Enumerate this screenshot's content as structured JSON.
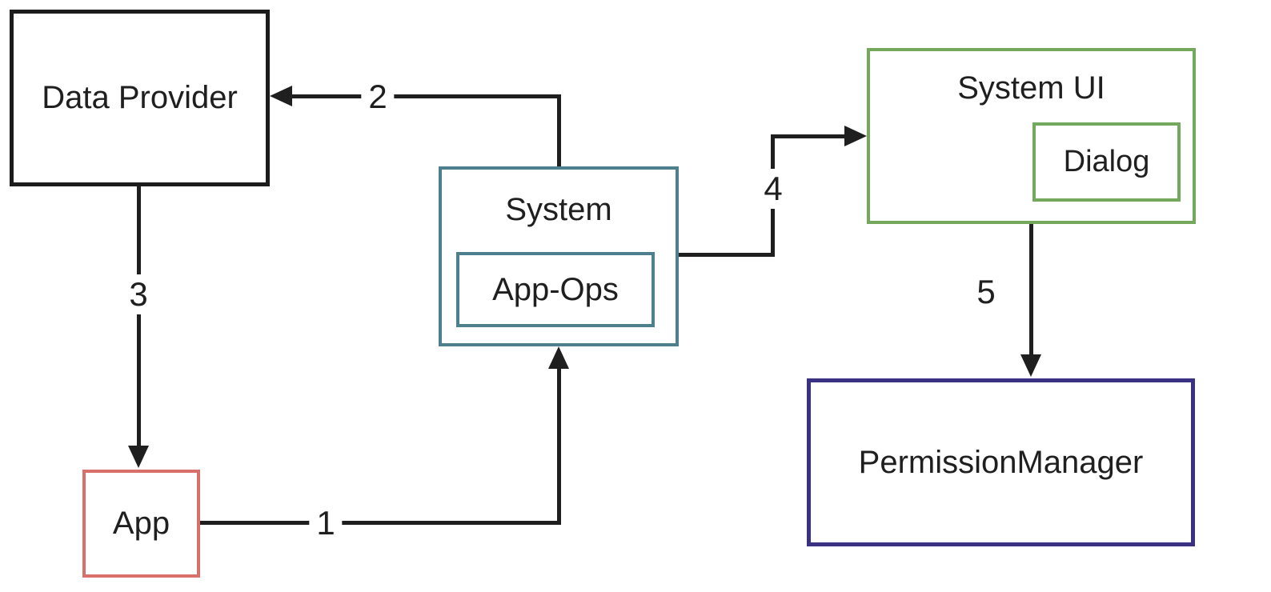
{
  "diagram": {
    "background": "#ffffff",
    "line_color": "#1f1f1f",
    "nodes": {
      "data_provider": {
        "label": "Data Provider",
        "border_color": "#1c1c1c"
      },
      "system": {
        "label": "System",
        "border_color": "#4d7f8f"
      },
      "app_ops": {
        "label": "App-Ops",
        "border_color": "#4d7f8f"
      },
      "system_ui": {
        "label": "System UI",
        "border_color": "#74a95d"
      },
      "dialog": {
        "label": "Dialog",
        "border_color": "#74a95d"
      },
      "permission_manager": {
        "label": "PermissionManager",
        "border_color": "#3b3183"
      },
      "app": {
        "label": "App",
        "border_color": "#d96f6b"
      }
    },
    "edges": {
      "edge1": {
        "label": "1",
        "from": "App",
        "to": "System"
      },
      "edge2": {
        "label": "2",
        "from": "System",
        "to": "Data Provider"
      },
      "edge3": {
        "label": "3",
        "from": "Data Provider",
        "to": "App"
      },
      "edge4": {
        "label": "4",
        "from": "System",
        "to": "System UI"
      },
      "edge5": {
        "label": "5",
        "from": "System UI",
        "to": "PermissionManager"
      }
    }
  }
}
